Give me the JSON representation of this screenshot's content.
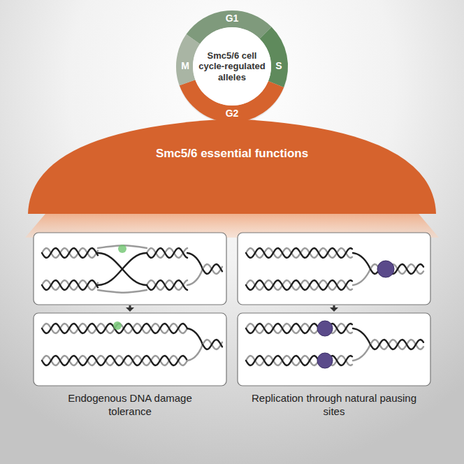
{
  "diagram": {
    "nodes": [
      {
        "text": [
          "Smc5/6 cell cycle-regulated alleles"
        ]
      },
      {
        "text": [
          "Smc5/6 essential functions"
        ]
      }
    ],
    "labels": [
      "G1",
      "S",
      "G2",
      "M",
      "Endogenous DNA damage tolerance",
      "Replication through natural pausing sites"
    ]
  }
}
